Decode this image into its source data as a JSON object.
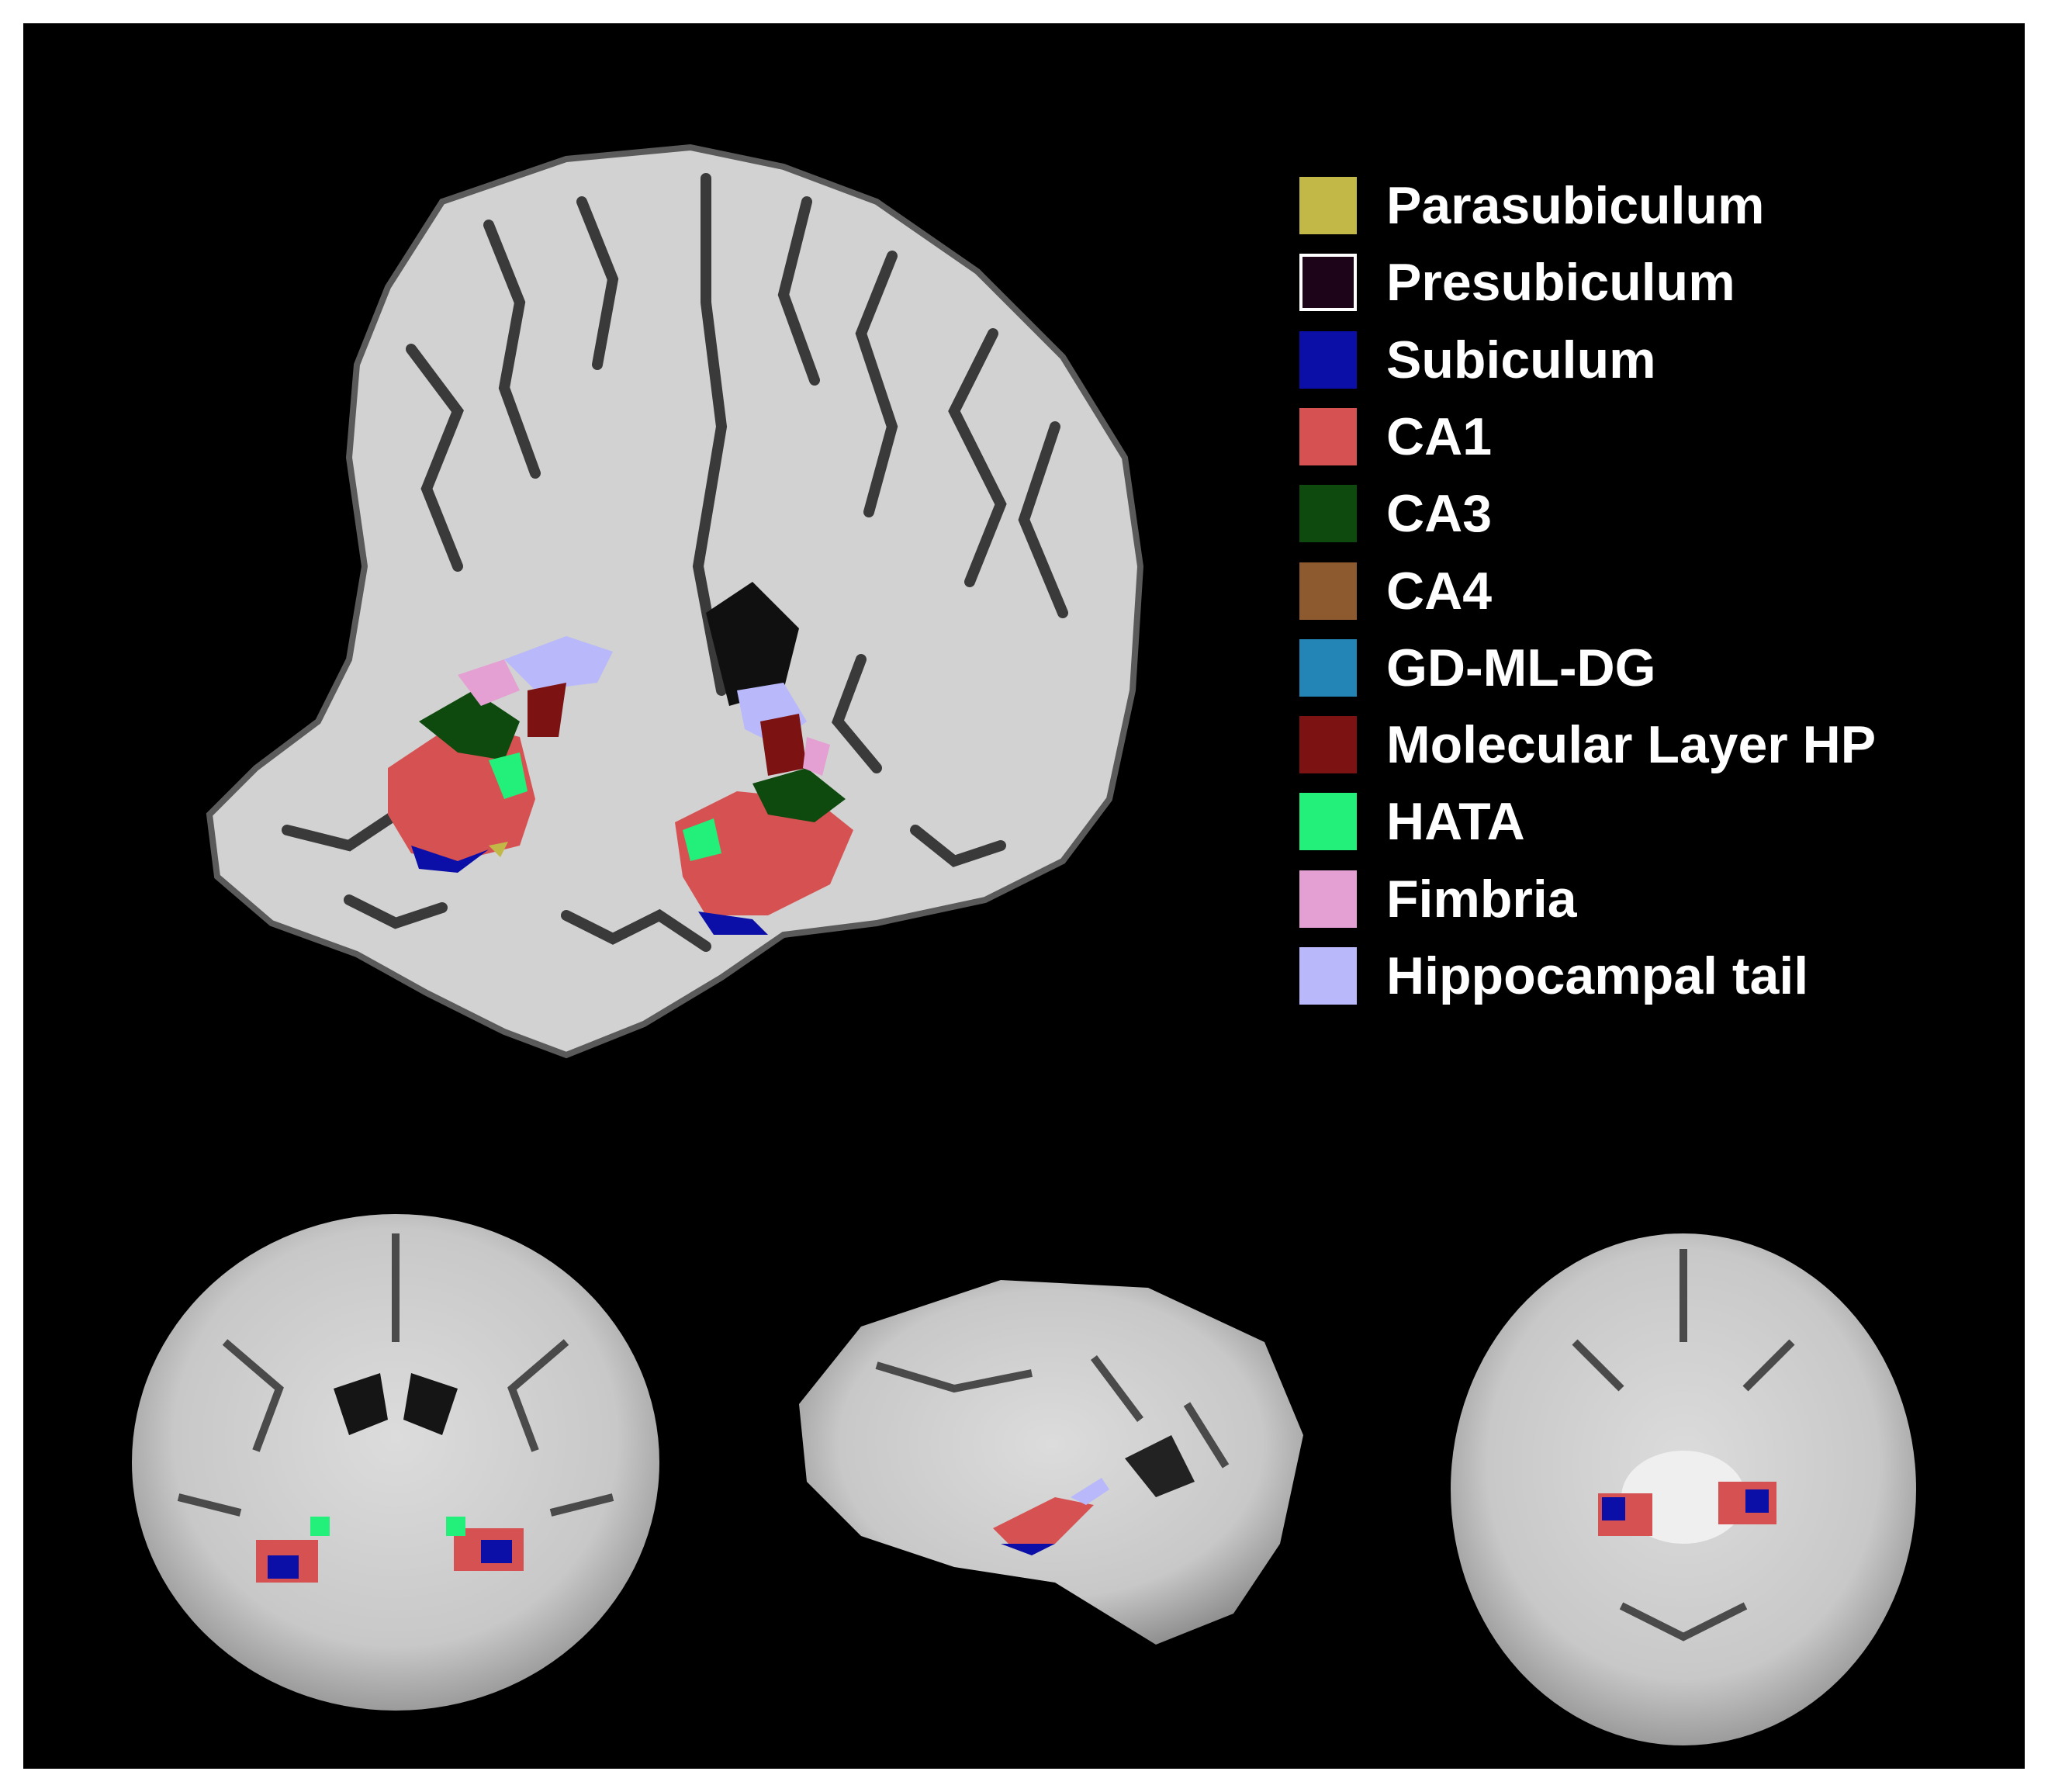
{
  "figure": {
    "background": "#000000",
    "views": [
      "3d-render-hippocampal-subfields",
      "coronal-slice",
      "sagittal-slice",
      "axial-slice"
    ]
  },
  "legend": {
    "items": [
      {
        "label": "Parasubiculum",
        "color": "#c2b848"
      },
      {
        "label": "Presubiculum",
        "color": "#1e0418",
        "outline": "#ffffff"
      },
      {
        "label": "Subiculum",
        "color": "#0b0fa8"
      },
      {
        "label": "CA1",
        "color": "#d65252"
      },
      {
        "label": "CA3",
        "color": "#0e4a0e"
      },
      {
        "label": "CA4",
        "color": "#8c5a2e"
      },
      {
        "label": "GD-ML-DG",
        "color": "#2285b6"
      },
      {
        "label": "Molecular Layer HP",
        "color": "#7c1212"
      },
      {
        "label": "HATA",
        "color": "#22f07a"
      },
      {
        "label": "Fimbria",
        "color": "#e4a0d2"
      },
      {
        "label": "Hippocampal tail",
        "color": "#b8b8fa"
      }
    ]
  }
}
